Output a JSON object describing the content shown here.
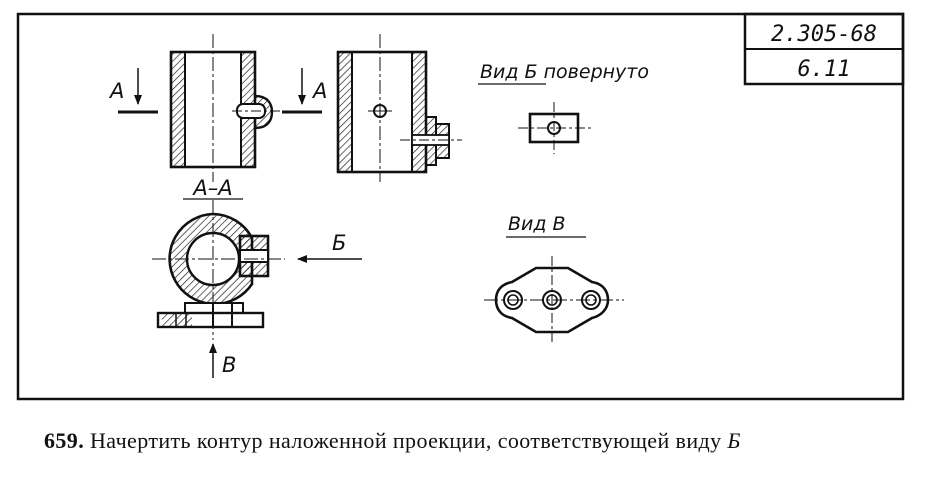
{
  "stamp": {
    "standard": "2.305-68",
    "sheet": "6.11"
  },
  "section_labels": {
    "a_left": "А",
    "a_right": "А",
    "section_aa": "А–А",
    "arrow_b": "Б",
    "arrow_v": "В"
  },
  "view_labels": {
    "view_b": "Вид Б повернуто",
    "view_v": "Вид В"
  },
  "task": {
    "number": "659.",
    "text": "Начертить контур наложенной проекции, соответствующей виду ",
    "tail": "Б"
  }
}
